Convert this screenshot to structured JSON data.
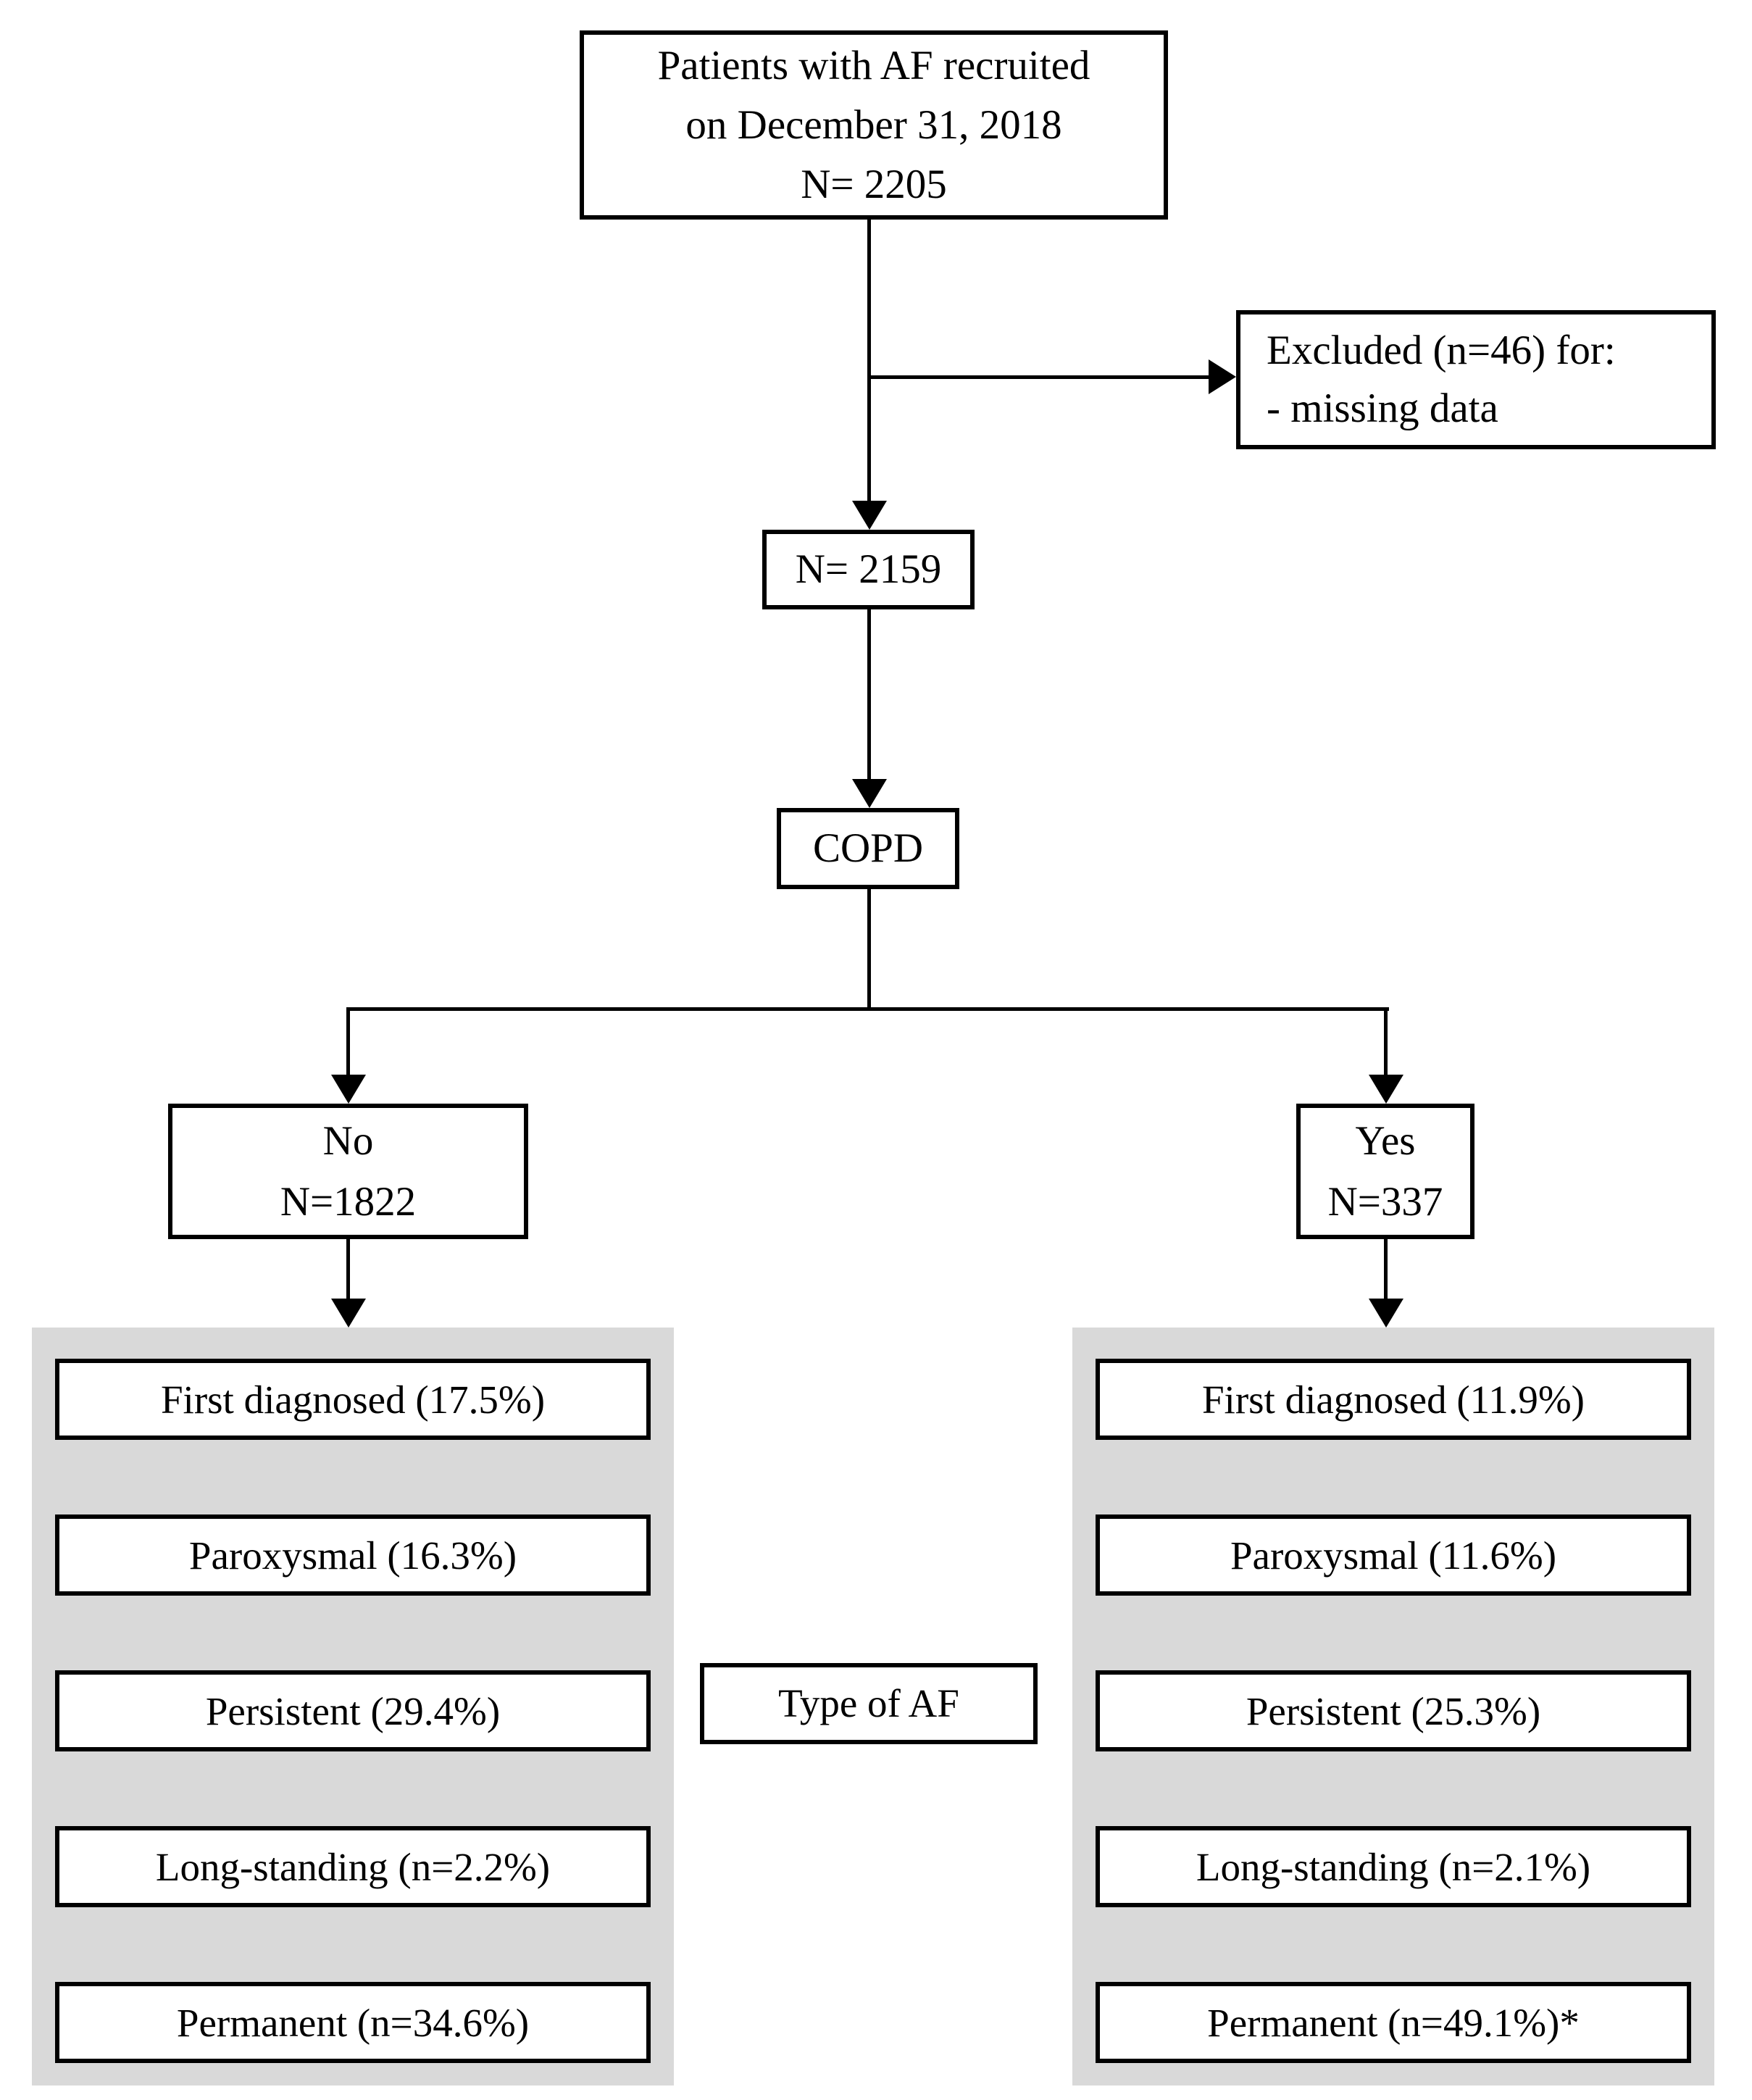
{
  "flow": {
    "top_box": {
      "line1": "Patients with AF recruited",
      "line2": "on December 31, 2018",
      "line3": "N= 2205"
    },
    "excluded_box": {
      "line1": "Excluded (n=46) for:",
      "line2": "- missing data"
    },
    "n_after_exclusion_box": {
      "label": "N= 2159"
    },
    "copd_box": {
      "label": "COPD"
    },
    "no_copd_box": {
      "line1": "No",
      "line2": "N=1822"
    },
    "yes_copd_box": {
      "line1": "Yes",
      "line2": "N=337"
    },
    "type_of_af_box": {
      "label": "Type of AF"
    },
    "no_copd_af_types": [
      "First diagnosed (17.5%)",
      "Paroxysmal (16.3%)",
      "Persistent (29.4%)",
      "Long-standing (n=2.2%)",
      "Permanent (n=34.6%)"
    ],
    "yes_copd_af_types": [
      "First diagnosed (11.9%)",
      "Paroxysmal (11.6%)",
      "Persistent (25.3%)",
      "Long-standing (n=2.1%)",
      "Permanent (n=49.1%)*"
    ],
    "colors": {
      "panel_background": "#d9d9d9",
      "line": "#000000",
      "box_background": "#ffffff",
      "text": "#000000"
    }
  }
}
